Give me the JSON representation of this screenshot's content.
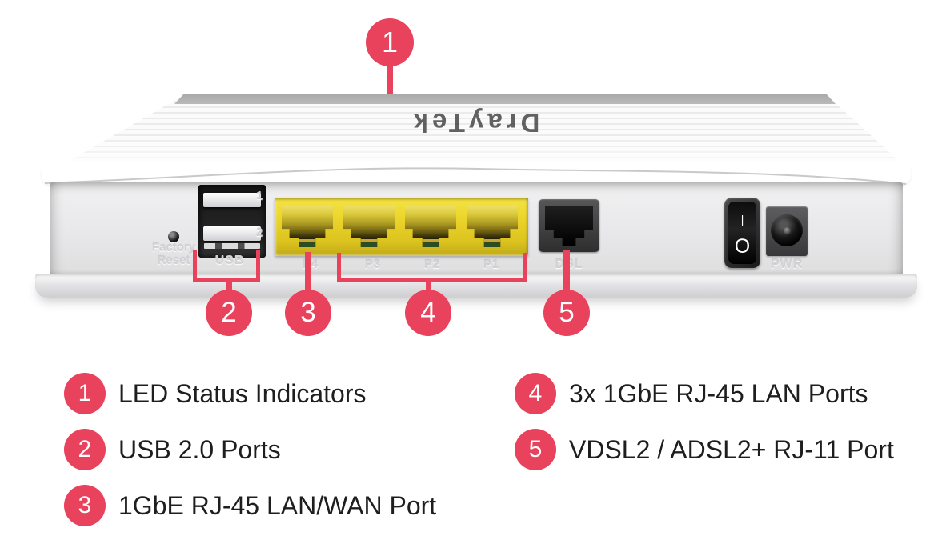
{
  "colors": {
    "accent": "#e8425c",
    "lan_port_yellow": "#ecd52b"
  },
  "device": {
    "brand_logo": "DrayTek",
    "panel": {
      "factory_reset": {
        "line1": "Factory",
        "line2": "Reset"
      },
      "usb": {
        "label": "USB",
        "port1": "1",
        "port2": "2"
      },
      "lan": {
        "labels": [
          "P4",
          "P3",
          "P2",
          "P1"
        ]
      },
      "dsl_label": "DSL",
      "power": {
        "switch_on": "I",
        "switch_off": "O",
        "pwr_label": "PWR"
      }
    }
  },
  "callouts": [
    {
      "number": "1"
    },
    {
      "number": "2"
    },
    {
      "number": "3"
    },
    {
      "number": "4"
    },
    {
      "number": "5"
    }
  ],
  "legend": {
    "items": [
      {
        "number": "1",
        "label": "LED Status Indicators"
      },
      {
        "number": "2",
        "label": "USB 2.0 Ports"
      },
      {
        "number": "3",
        "label": "1GbE RJ-45 LAN/WAN Port"
      },
      {
        "number": "4",
        "label": "3x 1GbE RJ-45 LAN Ports"
      },
      {
        "number": "5",
        "label": "VDSL2 / ADSL2+ RJ-11 Port"
      }
    ]
  }
}
